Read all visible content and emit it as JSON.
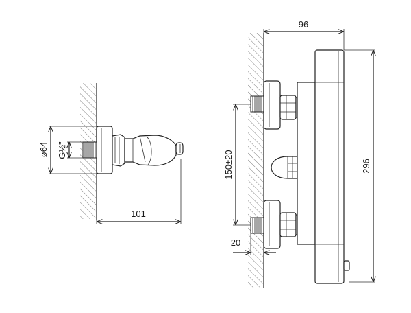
{
  "drawing": {
    "left_view": {
      "dims": {
        "diameter": "ø64",
        "thread": "G½\"",
        "depth": "101"
      }
    },
    "right_view": {
      "dims": {
        "width": "96",
        "height": "296",
        "spacing": "150±20",
        "offset": "20"
      }
    }
  }
}
